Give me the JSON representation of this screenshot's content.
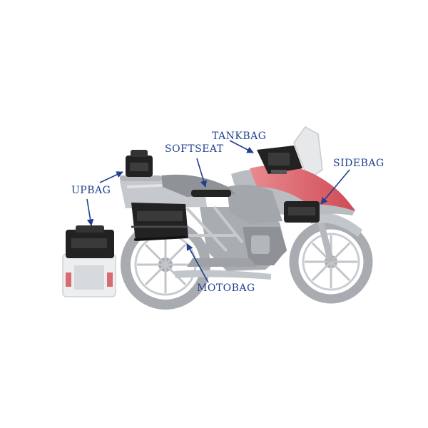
{
  "labels": {
    "tankbag": "TANKBAG",
    "softseat": "SOFTSEAT",
    "sidebag": "SIDEBAG",
    "upbag": "UPBAG",
    "motobag": "MOTOBAG"
  },
  "colors": {
    "label_text": "#1f3f8f",
    "arrow": "#1f3f8f",
    "bike_grey": "#b9bcc0",
    "tank_red": "#d9626a",
    "bag_black": "#222222"
  }
}
